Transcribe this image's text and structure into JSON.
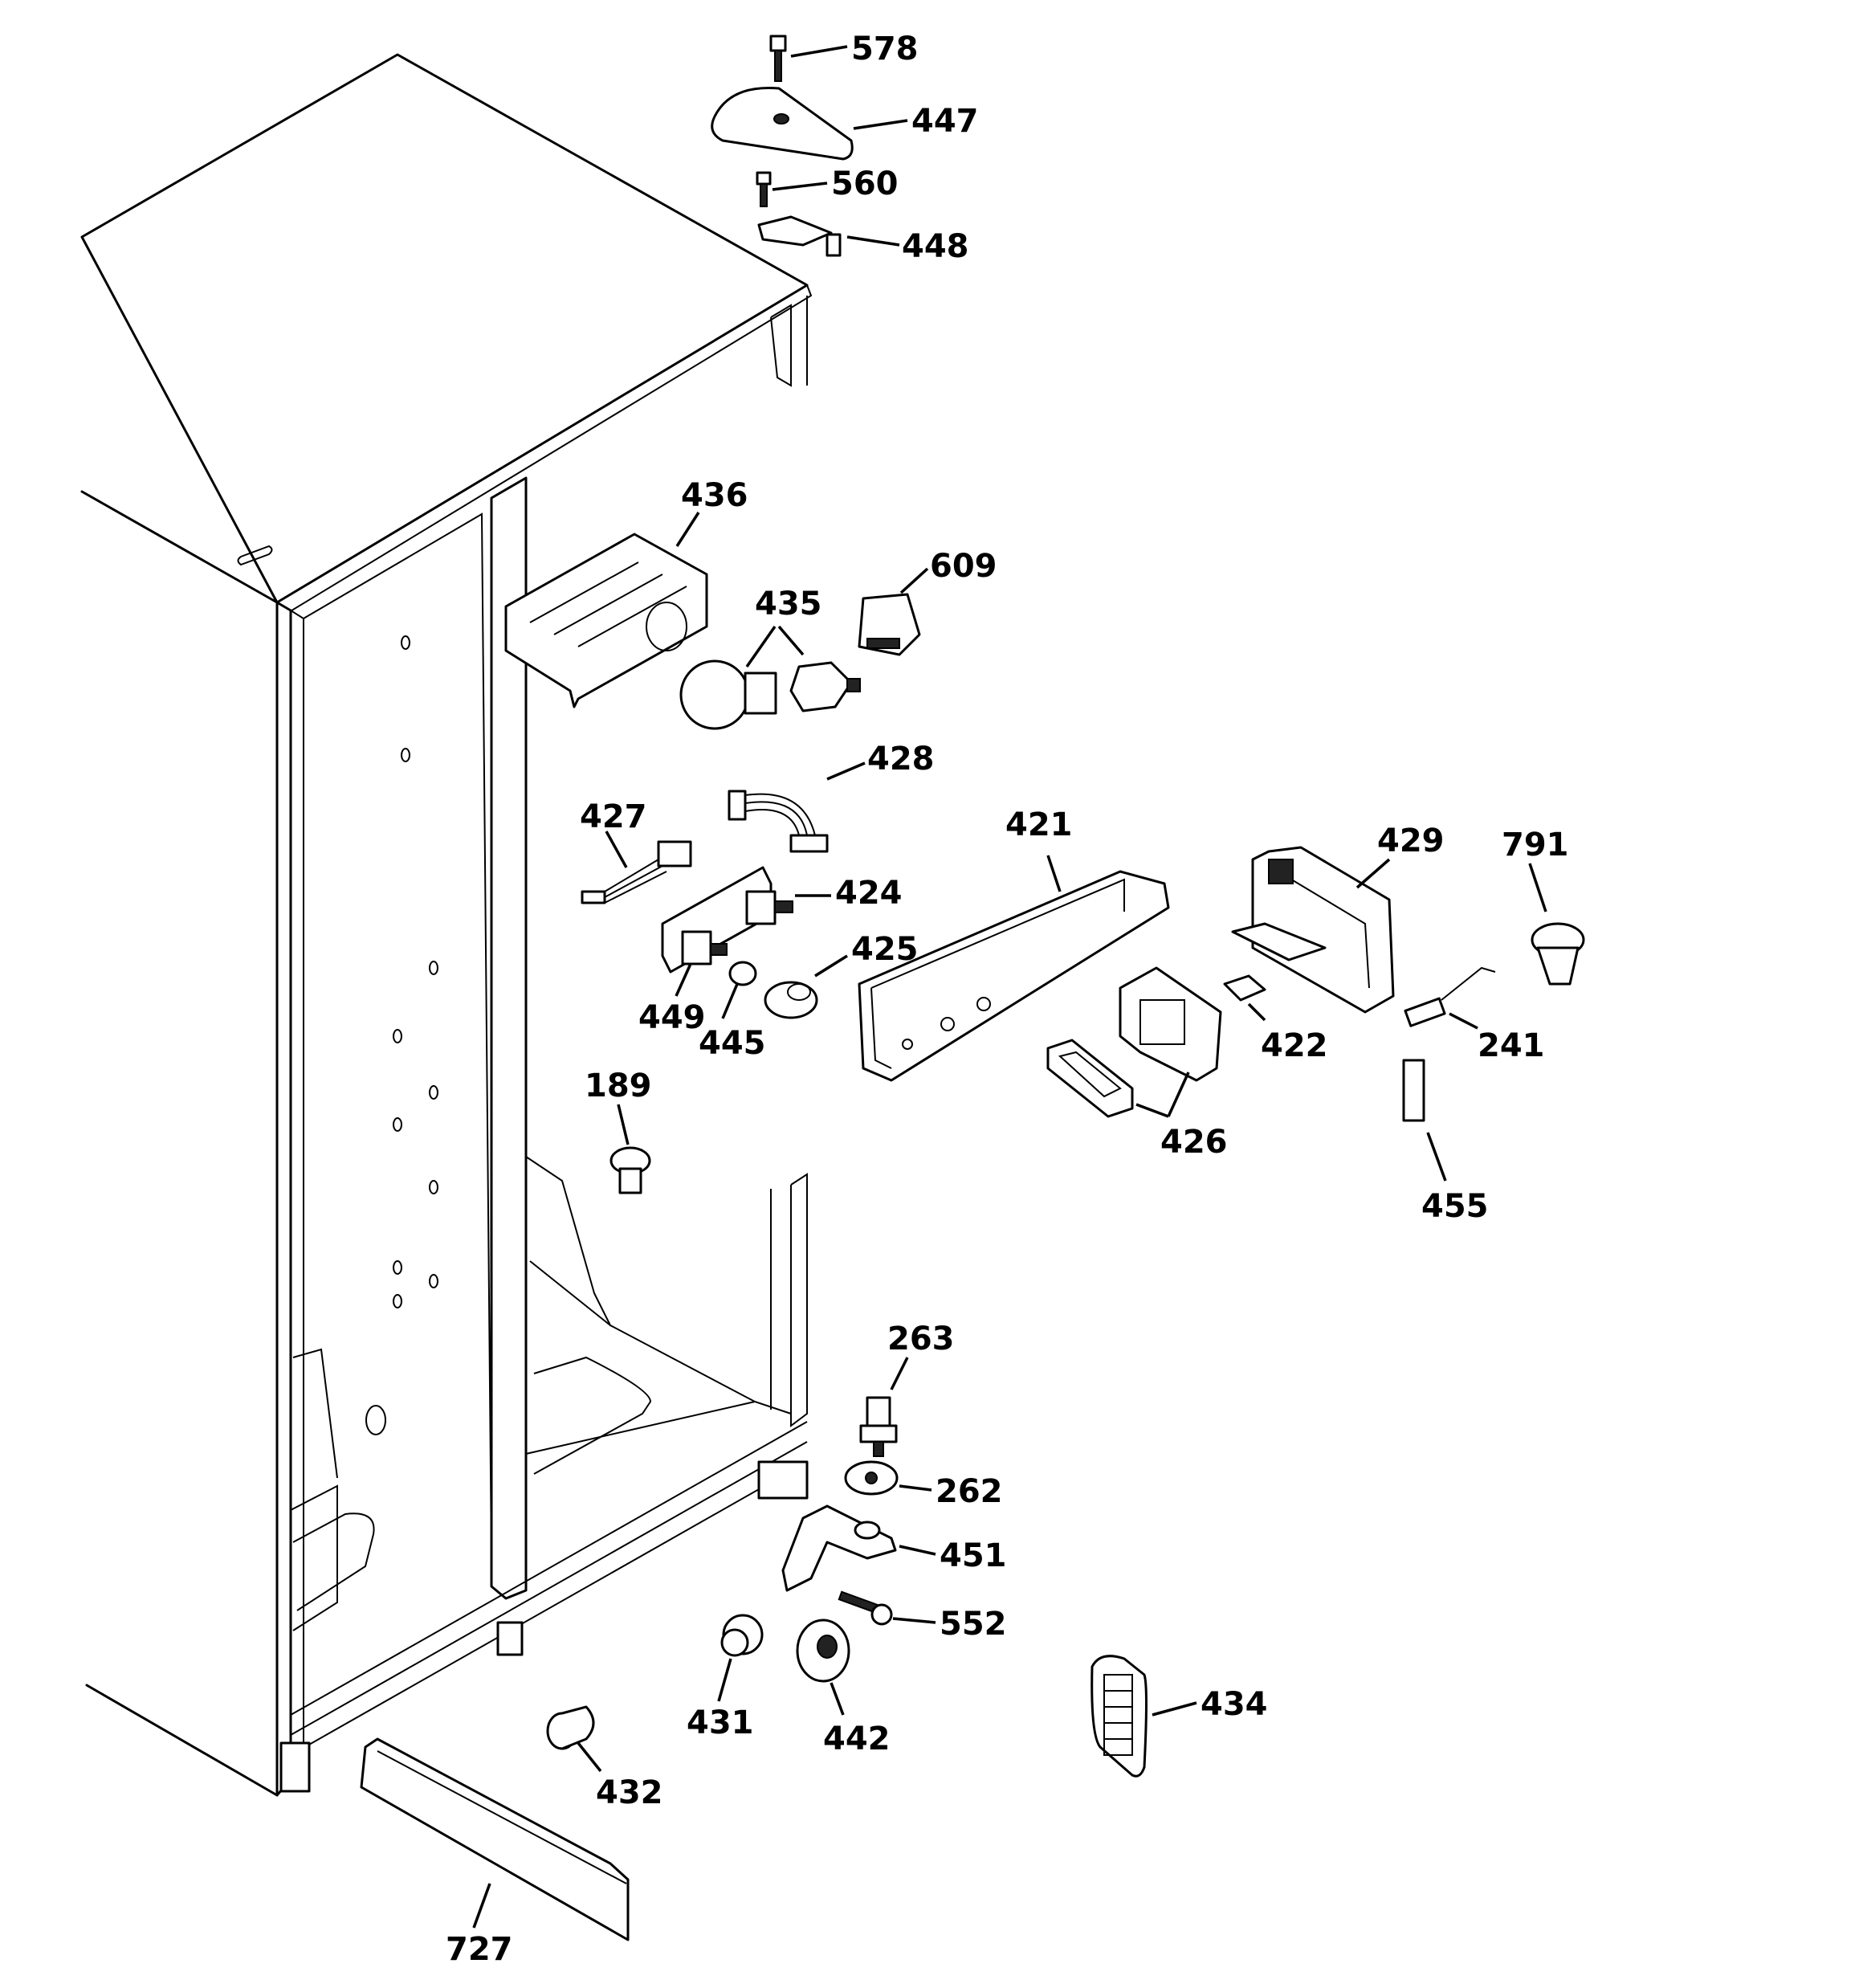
{
  "diagram": {
    "labels": [
      {
        "id": "578",
        "text": "578"
      },
      {
        "id": "447",
        "text": "447"
      },
      {
        "id": "560",
        "text": "560"
      },
      {
        "id": "448",
        "text": "448"
      },
      {
        "id": "436",
        "text": "436"
      },
      {
        "id": "609",
        "text": "609"
      },
      {
        "id": "435",
        "text": "435"
      },
      {
        "id": "428",
        "text": "428"
      },
      {
        "id": "427",
        "text": "427"
      },
      {
        "id": "421",
        "text": "421"
      },
      {
        "id": "429",
        "text": "429"
      },
      {
        "id": "791",
        "text": "791"
      },
      {
        "id": "424",
        "text": "424"
      },
      {
        "id": "425",
        "text": "425"
      },
      {
        "id": "449",
        "text": "449"
      },
      {
        "id": "445",
        "text": "445"
      },
      {
        "id": "422",
        "text": "422"
      },
      {
        "id": "241",
        "text": "241"
      },
      {
        "id": "426",
        "text": "426"
      },
      {
        "id": "189",
        "text": "189"
      },
      {
        "id": "455",
        "text": "455"
      },
      {
        "id": "263",
        "text": "263"
      },
      {
        "id": "262",
        "text": "262"
      },
      {
        "id": "451",
        "text": "451"
      },
      {
        "id": "552",
        "text": "552"
      },
      {
        "id": "434",
        "text": "434"
      },
      {
        "id": "431",
        "text": "431"
      },
      {
        "id": "442",
        "text": "442"
      },
      {
        "id": "432",
        "text": "432"
      },
      {
        "id": "727",
        "text": "727"
      }
    ]
  }
}
